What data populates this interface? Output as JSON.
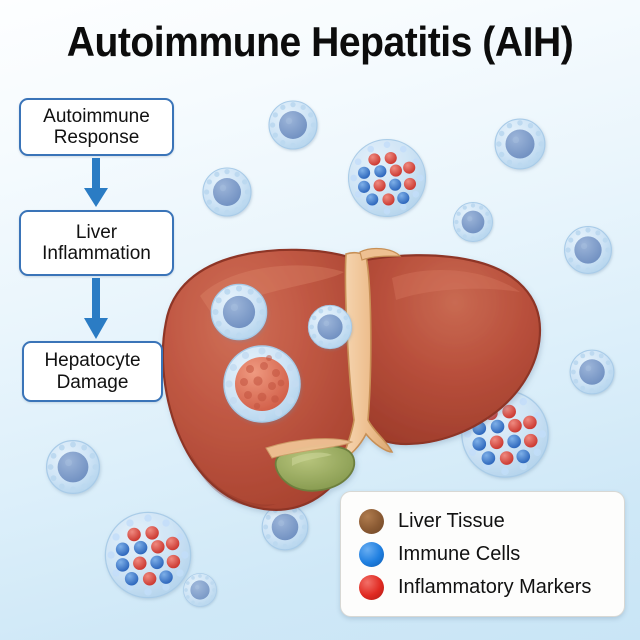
{
  "title": "Autoimmune Hepatitis (AIH)",
  "background": {
    "top_color": "#fdfeff",
    "bottom_color": "#c9e5f6"
  },
  "flowchart": {
    "border_color": "#3a74b8",
    "arrow_color": "#2b7cc4",
    "steps": [
      {
        "line1": "Autoimmune",
        "line2": "Response"
      },
      {
        "line1": "Liver",
        "line2": "Inflammation"
      },
      {
        "line1": "Hepatocyte",
        "line2": "Damage"
      }
    ]
  },
  "illustration": {
    "organ": "liver",
    "liver_color": "#b94c3c",
    "liver_highlight": "#cd6a52",
    "gallbladder_color": "#93a85b",
    "ligament_color": "#efc294",
    "cell_membrane_color": "#cbe3f5",
    "cell_nucleus_color": "#7d9bc9",
    "granule_blue": "#3b74c9",
    "granule_red": "#d9453d"
  },
  "legend": {
    "items": [
      {
        "label": "Liver Tissue",
        "color": "#8a5a33"
      },
      {
        "label": "Immune Cells",
        "color": "#1f7fe0"
      },
      {
        "label": "Inflammatory Markers",
        "color": "#e02a22"
      }
    ]
  }
}
